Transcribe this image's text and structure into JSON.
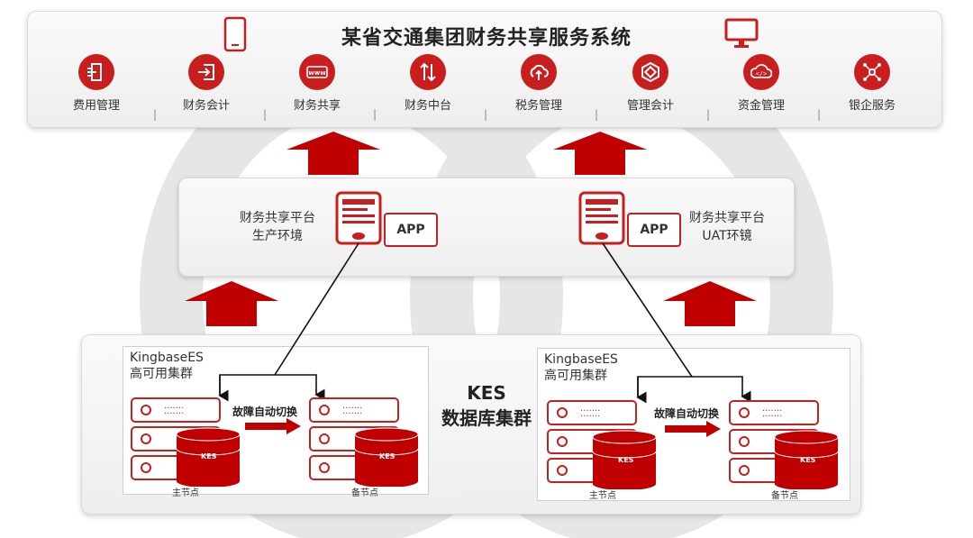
{
  "header": {
    "title": "某省交通集团财务共享服务系统",
    "modules": [
      {
        "label": "费用管理",
        "icon": "expense-door-icon"
      },
      {
        "label": "财务会计",
        "icon": "login-arrow-icon"
      },
      {
        "label": "财务共享",
        "icon": "www-icon"
      },
      {
        "label": "财务中台",
        "icon": "transfer-arrows-icon"
      },
      {
        "label": "税务管理",
        "icon": "cloud-upload-icon"
      },
      {
        "label": "管理会计",
        "icon": "hexagon-icon"
      },
      {
        "label": "资金管理",
        "icon": "cloud-code-icon"
      },
      {
        "label": "银企服务",
        "icon": "network-nodes-icon"
      }
    ],
    "separator": "|",
    "device_icons": [
      "mobile-phone-icon",
      "desktop-monitor-icon"
    ]
  },
  "platform": {
    "prod": {
      "line1": "财务共享平台",
      "line2": "生产环境",
      "app": "APP"
    },
    "uat": {
      "line1": "财务共享平台",
      "line2": "UAT环镜",
      "app": "APP"
    }
  },
  "database": {
    "kes_line1": "KES",
    "kes_line2": "数据库集群",
    "clusters": [
      {
        "name_line1": "KingbaseES",
        "name_line2": "高可用集群",
        "failover": "故障自动切换",
        "primary": "主节点",
        "standby": "备节点",
        "db_label": "KES"
      },
      {
        "name_line1": "KingbaseES",
        "name_line2": "高可用集群",
        "failover": "故障自动切换",
        "primary": "主节点",
        "standby": "备节点",
        "db_label": "KES"
      }
    ]
  },
  "colors": {
    "accent": "#c81e1e",
    "panel": "#f2f2f2",
    "ring": "#e6e6e6"
  }
}
